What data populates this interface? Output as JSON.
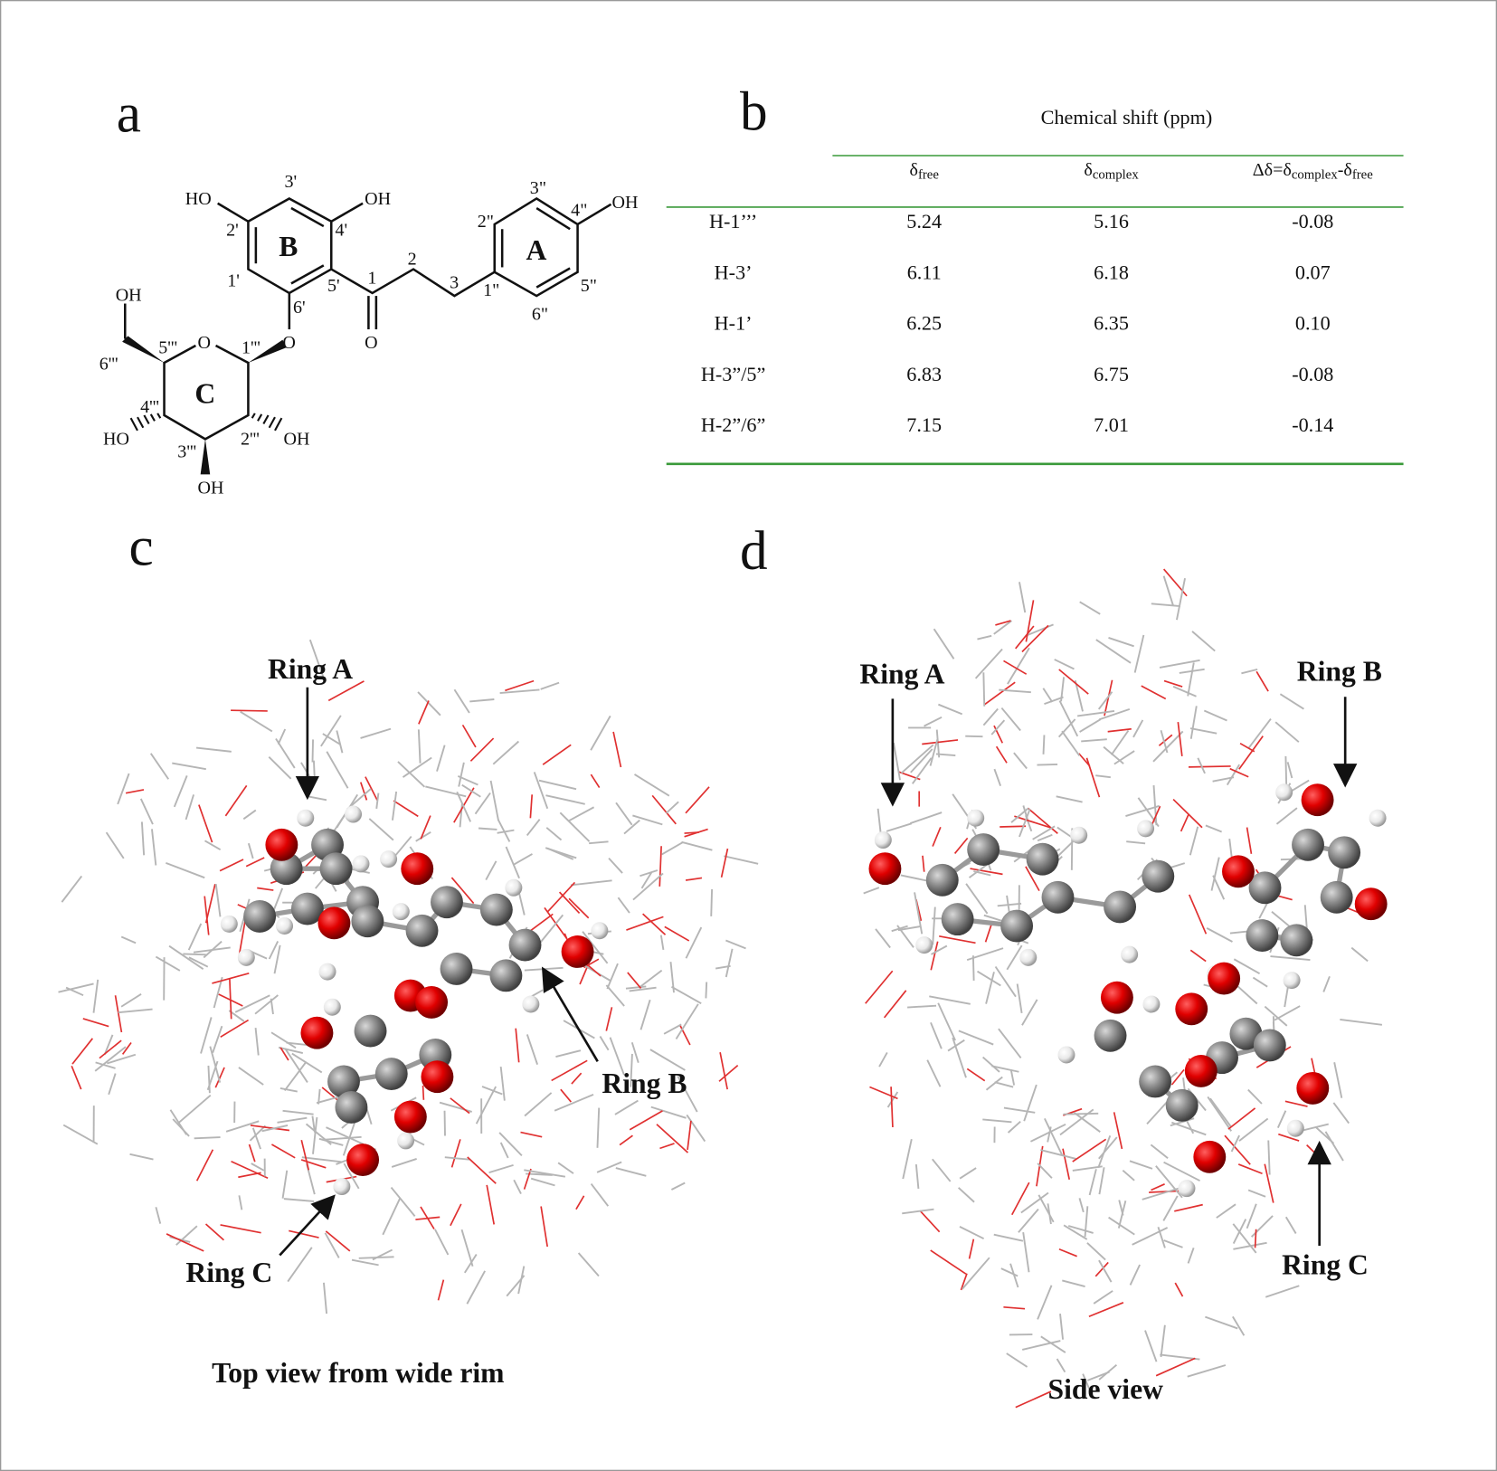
{
  "panels": {
    "a": "a",
    "b": "b",
    "c": "c",
    "d": "d"
  },
  "structure": {
    "rings": {
      "A": "A",
      "B": "B",
      "C": "C"
    },
    "labels": {
      "ho_2p": "HO",
      "oh_4p": "OH",
      "c3p": "3'",
      "c2p": "2'",
      "c4p": "4'",
      "c1p": "1'",
      "c5p": "5'",
      "c6p": "6'",
      "c1": "1",
      "c2": "2",
      "c3": "3",
      "o_keto": "O",
      "o_glyc": "O",
      "c2pp": "2\"",
      "c3pp": "3\"",
      "c4pp": "4\"",
      "oh_4pp": "OH",
      "c5pp": "5\"",
      "c6pp": "6\"",
      "c1pp": "1\"",
      "oh_6ppp": "OH",
      "c6ppp": "6'''",
      "c5ppp": "5'''",
      "o_ring": "O",
      "c1ppp": "1'''",
      "c4ppp": "4'''",
      "ho_4ppp": "HO",
      "c3ppp": "3'''",
      "oh_3ppp": "OH",
      "c2ppp": "2'''",
      "oh_2ppp": "OH"
    }
  },
  "table": {
    "title": "Chemical shift (ppm)",
    "headers": [
      {
        "symbol": "δ",
        "sub": "free"
      },
      {
        "symbol": "δ",
        "sub": "complex"
      },
      {
        "prefix": "Δδ=δ",
        "sub1": "complex",
        "mid": "-δ",
        "sub2": "free"
      }
    ],
    "rows": [
      {
        "proton": "H-1’’’",
        "free": "5.24",
        "complex": "5.16",
        "delta": "-0.08"
      },
      {
        "proton": "H-3’",
        "free": "6.11",
        "complex": "6.18",
        "delta": "0.07"
      },
      {
        "proton": "H-1’",
        "free": "6.25",
        "complex": "6.35",
        "delta": "0.10"
      },
      {
        "proton": "H-3”/5”",
        "free": "6.83",
        "complex": "6.75",
        "delta": "-0.08"
      },
      {
        "proton": "H-2”/6”",
        "free": "7.15",
        "complex": "7.01",
        "delta": "-0.14"
      }
    ],
    "rule_color": "#3a9a3a"
  },
  "view_c": {
    "ring_a": "Ring A",
    "ring_b": "Ring B",
    "ring_c": "Ring C",
    "caption": "Top view from wide rim"
  },
  "view_d": {
    "ring_a": "Ring A",
    "ring_b": "Ring B",
    "ring_c": "Ring C",
    "caption": "Side view"
  },
  "colors": {
    "oxygen": "#e00000",
    "carbon": "#8a8a8a",
    "hydrogen": "#f2f2f2",
    "host_stick": "#b5b5b5",
    "host_oxygen": "#e03030"
  }
}
